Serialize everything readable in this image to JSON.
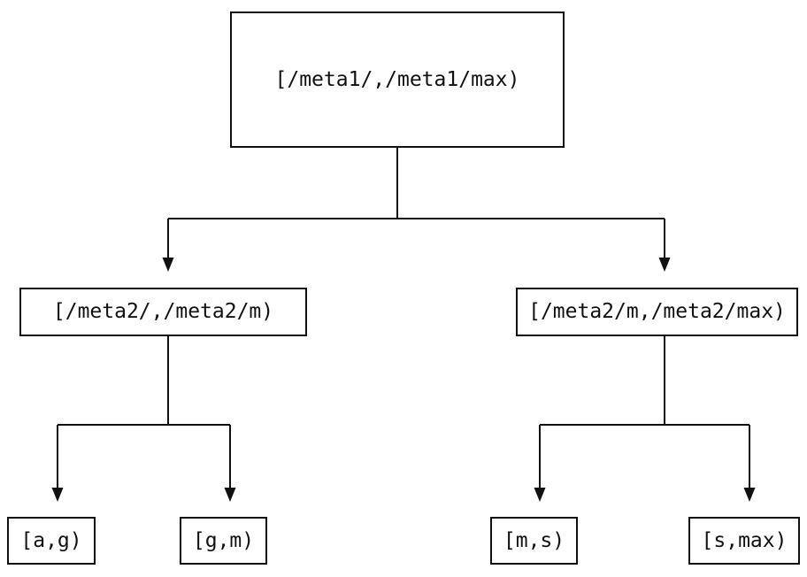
{
  "tree": {
    "root": {
      "label": "[/meta1/,/meta1/max)"
    },
    "level2": [
      {
        "label": "[/meta2/,/meta2/m)"
      },
      {
        "label": "[/meta2/m,/meta2/max)"
      }
    ],
    "leaves": [
      {
        "label": "[a,g)"
      },
      {
        "label": "[g,m)"
      },
      {
        "label": "[m,s)"
      },
      {
        "label": "[s,max)"
      }
    ]
  },
  "colors": {
    "background": "#ffffff",
    "line": "#111111",
    "text": "#111111",
    "node_fill": "#ffffff"
  }
}
